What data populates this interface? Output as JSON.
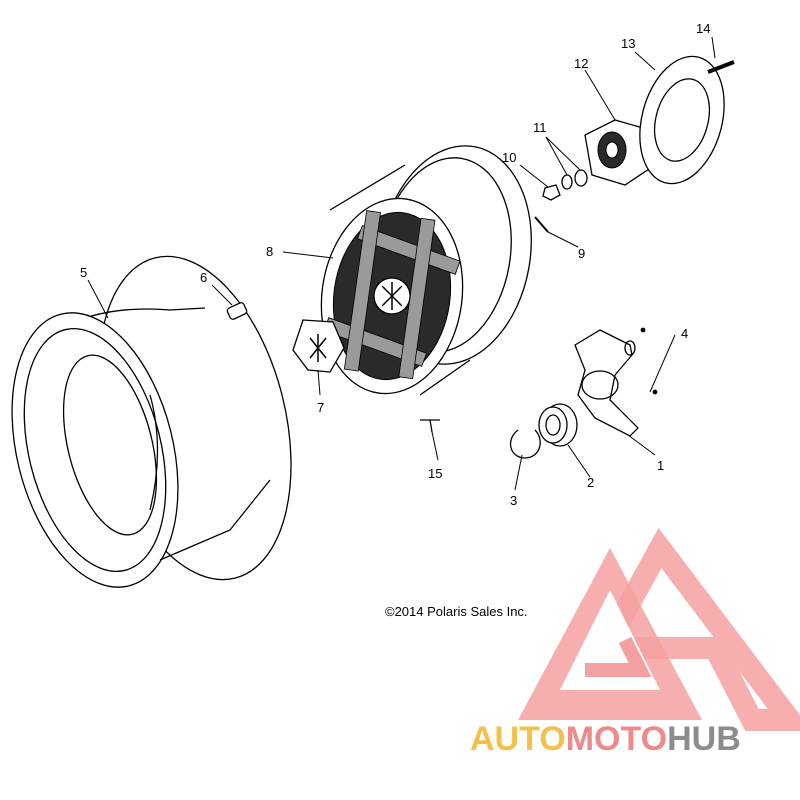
{
  "copyright": "©2014 Polaris Sales Inc.",
  "callouts": {
    "c1": "1",
    "c2": "2",
    "c3": "3",
    "c4": "4",
    "c5": "5",
    "c6": "6",
    "c7": "7",
    "c8": "8",
    "c9": "9",
    "c10": "10",
    "c11": "11",
    "c12": "12",
    "c13": "13",
    "c14": "14",
    "c15": "15"
  },
  "watermark": {
    "part1": "AUTO",
    "part2": "MOTO",
    "part3": "HUB",
    "color1": "#f5c04a",
    "color2": "#f08a8a",
    "color3": "#8c8c8c"
  }
}
